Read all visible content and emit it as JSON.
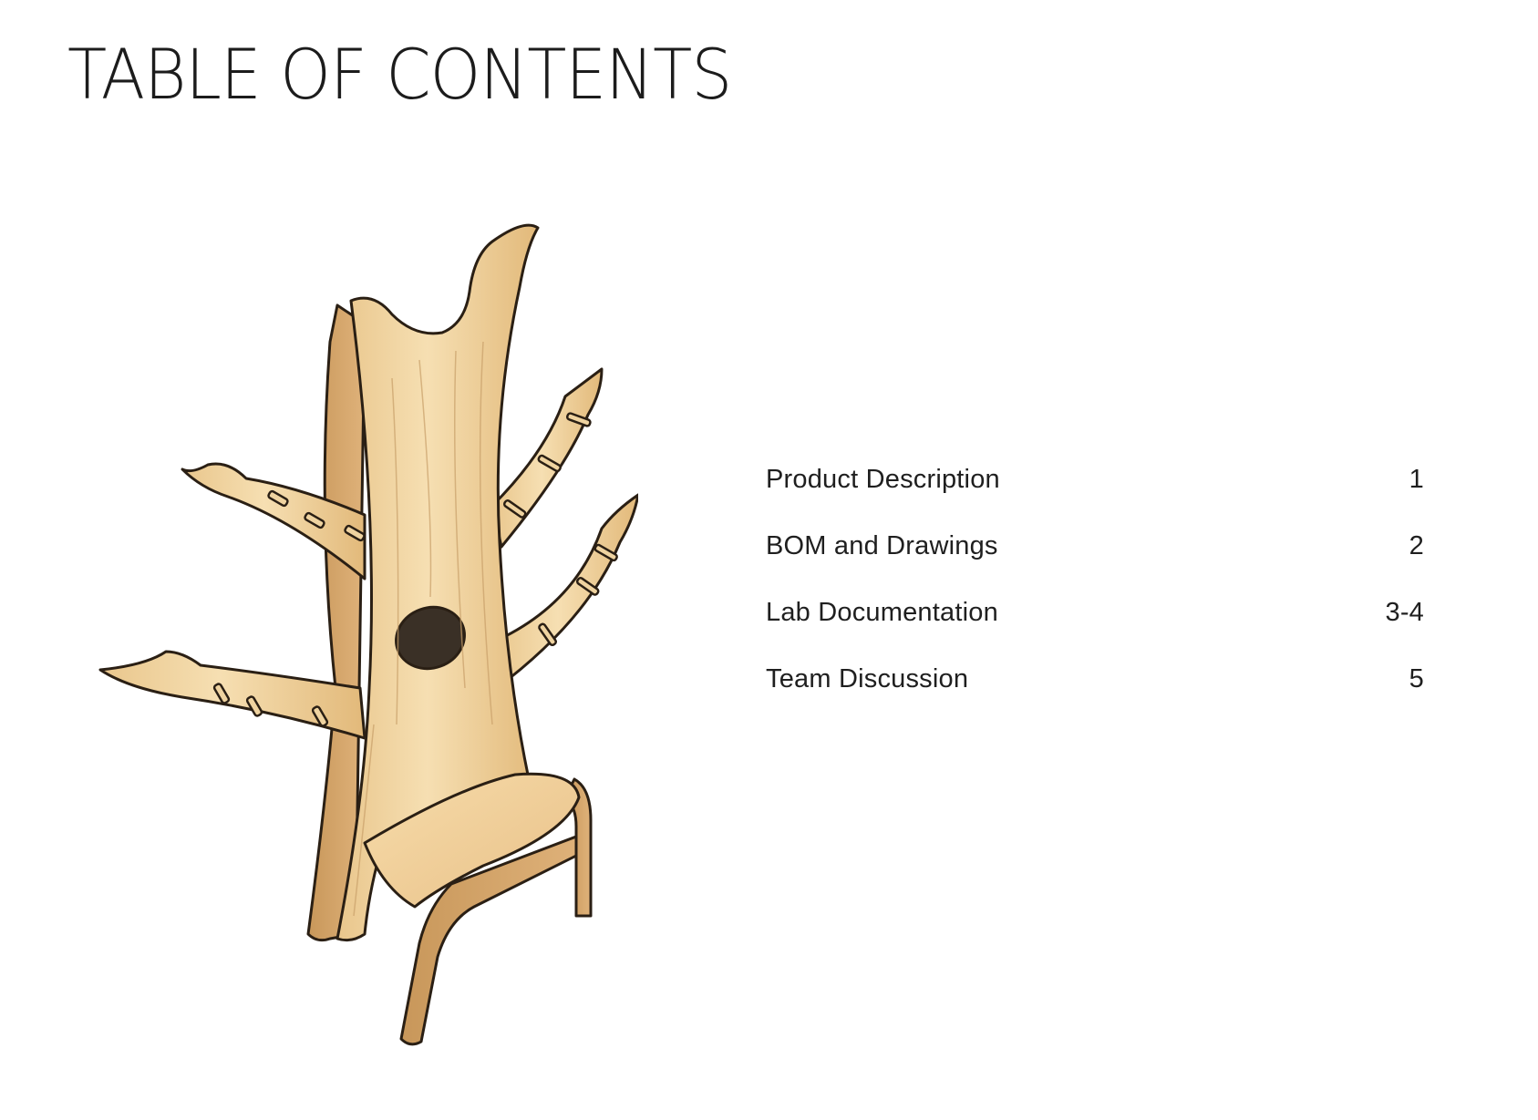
{
  "page": {
    "title": "TABLE OF CONTENTS"
  },
  "toc": [
    {
      "label": "Product Description",
      "page": "1"
    },
    {
      "label": "BOM and Drawings",
      "page": "2"
    },
    {
      "label": "Lab Documentation",
      "page": "3-4"
    },
    {
      "label": "Team Discussion",
      "page": "5"
    }
  ],
  "colors": {
    "wood_light": "#f4d9a8",
    "wood_mid": "#e6c186",
    "wood_dark": "#c89a5c",
    "outline": "#2a1f14",
    "hole": "#3a3026"
  }
}
